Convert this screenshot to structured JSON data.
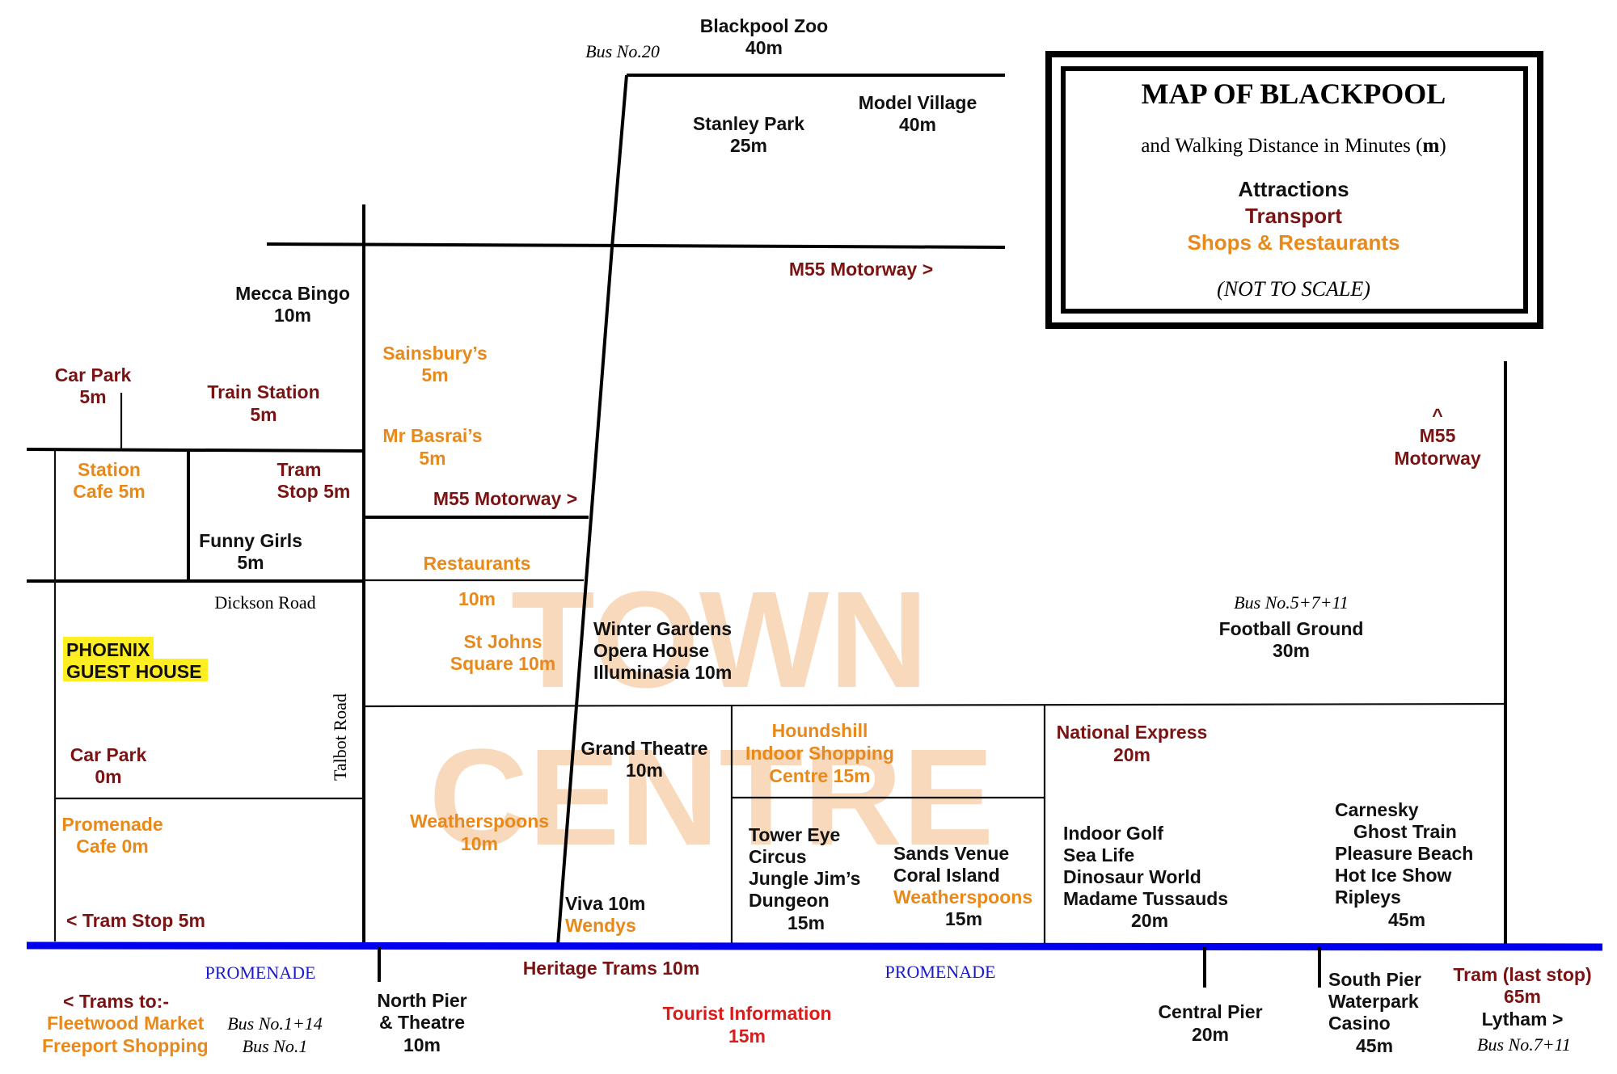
{
  "legend": {
    "title": "MAP OF BLACKPOOL",
    "subtitle_prefix": "and Walking Distance in Minutes (",
    "subtitle_bold": "m",
    "subtitle_suffix": ")",
    "key_attractions": "Attractions",
    "key_transport": "Transport",
    "key_shops": "Shops & Restaurants",
    "note": "(NOT TO SCALE)"
  },
  "colors": {
    "attractions": "#111111",
    "transport": "#7a1414",
    "shops": "#e8891a",
    "tourist_info": "#d91c1c",
    "promenade_text": "#1a1acc",
    "promenade_line": "#0000ee",
    "highlight": "#ffee22",
    "watermark": "#f6c9a0"
  },
  "watermark": {
    "line1": "TOWN",
    "line2": "CENTRE"
  },
  "roads": {
    "dickson_road": "Dickson Road",
    "talbot_road": "Talbot Road",
    "promenade_left": "PROMENADE",
    "promenade_right": "PROMENADE"
  },
  "buses": {
    "bus20": "Bus No.20",
    "bus5711": "Bus No.5+7+11",
    "bus114": "Bus No.1+14",
    "bus1": "Bus No.1",
    "bus711": "Bus No.7+11"
  },
  "places": {
    "zoo": [
      "Blackpool Zoo",
      "40m"
    ],
    "stanley_park": [
      "Stanley Park",
      "25m"
    ],
    "model_village": [
      "Model Village",
      "40m"
    ],
    "m55_top": "M55 Motorway >",
    "m55_mid": "M55 Motorway >",
    "m55_right": [
      "^",
      "M55",
      "Motorway"
    ],
    "mecca_bingo": [
      "Mecca Bingo",
      "10m"
    ],
    "car_park_top": [
      "Car Park",
      "5m"
    ],
    "train_station": [
      "Train Station",
      "5m"
    ],
    "station_cafe": [
      "Station",
      "Cafe 5m"
    ],
    "tram_stop_top": [
      "Tram",
      "Stop 5m"
    ],
    "funny_girls": [
      "Funny Girls",
      "5m"
    ],
    "sainsburys": [
      "Sainsbury’s",
      "5m"
    ],
    "mr_basrais": [
      "Mr Basrai’s",
      "5m"
    ],
    "restaurants": [
      "Restaurants",
      "10m"
    ],
    "st_johns": [
      "St Johns",
      "Square 10m"
    ],
    "winter_gardens": [
      "Winter Gardens",
      "Opera House",
      "Illuminasia 10m"
    ],
    "phoenix": [
      "PHOENIX",
      "GUEST HOUSE"
    ],
    "car_park_0": [
      "Car Park",
      "0m"
    ],
    "promenade_cafe": [
      "Promenade",
      "Cafe 0m"
    ],
    "tram_stop_bottom": "< Tram Stop 5m",
    "football": [
      "Football Ground",
      "30m"
    ],
    "grand_theatre": [
      "Grand Theatre",
      "10m"
    ],
    "houndshill": [
      "Houndshill",
      "Indoor Shopping",
      "Centre 15m"
    ],
    "national_express": [
      "National Express",
      "20m"
    ],
    "weatherspoons_left": [
      "Weatherspoons",
      "10m"
    ],
    "viva": "Viva 10m",
    "wendys": "Wendys",
    "tower": [
      "Tower Eye",
      "Circus",
      "Jungle Jim’s",
      "Dungeon",
      "15m"
    ],
    "sands": [
      "Sands Venue",
      "Coral Island"
    ],
    "weatherspoons_right": "Weatherspoons",
    "sands_time": "15m",
    "golf": [
      "Indoor Golf",
      "Sea Life",
      "Dinosaur World",
      "Madame Tussauds",
      "20m"
    ],
    "carnesky": [
      "Carnesky",
      "Ghost Train",
      "Pleasure Beach",
      "Hot Ice Show",
      "Ripleys",
      "45m"
    ],
    "trams_to": "< Trams to:-",
    "fleetwood": "Fleetwood Market",
    "freeport": "Freeport Shopping",
    "north_pier": [
      "North Pier",
      "& Theatre",
      "10m"
    ],
    "heritage_trams": "Heritage Trams 10m",
    "tourist_info": [
      "Tourist Information",
      "15m"
    ],
    "central_pier": [
      "Central Pier",
      "20m"
    ],
    "south_pier": [
      "South Pier",
      "Waterpark",
      "Casino",
      "45m"
    ],
    "tram_last": [
      "Tram (last stop)",
      "65m"
    ],
    "lytham": "Lytham >"
  }
}
